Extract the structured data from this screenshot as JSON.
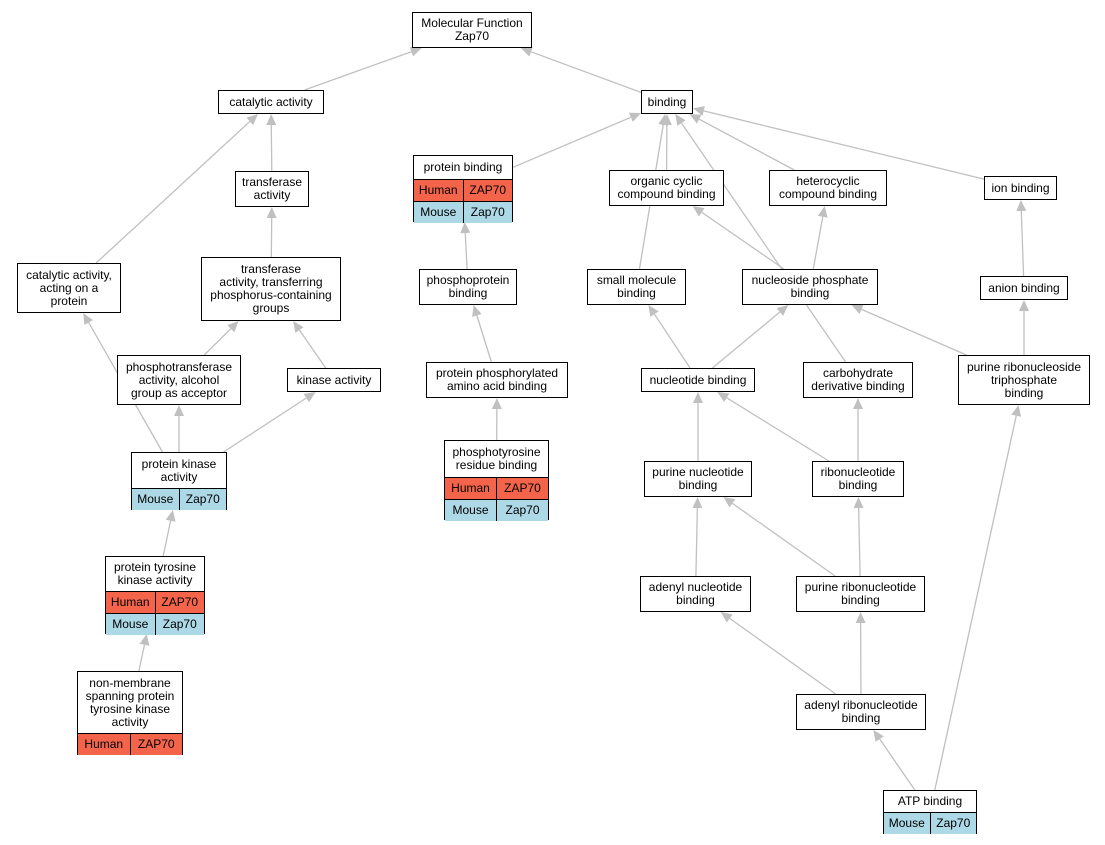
{
  "colors": {
    "edge": "#c0c0c0",
    "human": "#f4644b",
    "mouse": "#add8e6"
  },
  "nodes": [
    {
      "id": "mf",
      "label": "Molecular Function\nZap70"
    },
    {
      "id": "catalytic",
      "label": "catalytic activity"
    },
    {
      "id": "binding",
      "label": "binding"
    },
    {
      "id": "transferase",
      "label": "transferase\nactivity"
    },
    {
      "id": "catprot",
      "label": "catalytic activity,\nacting on a\nprotein"
    },
    {
      "id": "tphos",
      "label": "transferase\nactivity, transferring\nphosphorus-containing\ngroups"
    },
    {
      "id": "alcohol",
      "label": "phosphotransferase\nactivity, alcohol\ngroup as acceptor"
    },
    {
      "id": "kinase",
      "label": "kinase activity"
    },
    {
      "id": "pka",
      "label": "protein kinase\nactivity",
      "rows": [
        [
          "Mouse",
          "Zap70"
        ]
      ]
    },
    {
      "id": "ptk",
      "label": "protein tyrosine\nkinase activity",
      "rows": [
        [
          "Human",
          "ZAP70"
        ],
        [
          "Mouse",
          "Zap70"
        ]
      ]
    },
    {
      "id": "nmptk",
      "label": "non-membrane\nspanning protein\ntyrosine kinase\nactivity",
      "rows": [
        [
          "Human",
          "ZAP70"
        ]
      ]
    },
    {
      "id": "protbind",
      "label": "protein binding",
      "rows": [
        [
          "Human",
          "ZAP70"
        ],
        [
          "Mouse",
          "Zap70"
        ]
      ]
    },
    {
      "id": "phosprot",
      "label": "phosphoprotein\nbinding"
    },
    {
      "id": "ppaab",
      "label": "protein phosphorylated\namino acid binding"
    },
    {
      "id": "ptyr",
      "label": "phosphotyrosine\nresidue binding",
      "rows": [
        [
          "Human",
          "ZAP70"
        ],
        [
          "Mouse",
          "Zap70"
        ]
      ]
    },
    {
      "id": "orgcyc",
      "label": "organic cyclic\ncompound binding"
    },
    {
      "id": "hetcyc",
      "label": "heterocyclic\ncompound binding"
    },
    {
      "id": "ionb",
      "label": "ion binding"
    },
    {
      "id": "smallmol",
      "label": "small molecule\nbinding"
    },
    {
      "id": "nucphos",
      "label": "nucleoside phosphate\nbinding"
    },
    {
      "id": "anion",
      "label": "anion binding"
    },
    {
      "id": "nucb",
      "label": "nucleotide binding"
    },
    {
      "id": "carbo",
      "label": "carbohydrate\nderivative binding"
    },
    {
      "id": "prntp",
      "label": "purine ribonucleoside\ntriphosphate\nbinding"
    },
    {
      "id": "purnuc",
      "label": "purine nucleotide\nbinding"
    },
    {
      "id": "ribonuc",
      "label": "ribonucleotide\nbinding"
    },
    {
      "id": "adenyl",
      "label": "adenyl nucleotide\nbinding"
    },
    {
      "id": "purribo",
      "label": "purine ribonucleotide\nbinding"
    },
    {
      "id": "adenribo",
      "label": "adenyl ribonucleotide\nbinding"
    },
    {
      "id": "atp",
      "label": "ATP binding",
      "rows": [
        [
          "Mouse",
          "Zap70"
        ]
      ]
    }
  ],
  "edges": [
    [
      "catalytic",
      "mf"
    ],
    [
      "binding",
      "mf"
    ],
    [
      "transferase",
      "catalytic"
    ],
    [
      "catprot",
      "catalytic"
    ],
    [
      "tphos",
      "transferase"
    ],
    [
      "alcohol",
      "tphos"
    ],
    [
      "kinase",
      "tphos"
    ],
    [
      "pka",
      "alcohol"
    ],
    [
      "pka",
      "kinase"
    ],
    [
      "pka",
      "catprot"
    ],
    [
      "ptk",
      "pka"
    ],
    [
      "nmptk",
      "ptk"
    ],
    [
      "protbind",
      "binding"
    ],
    [
      "phosprot",
      "protbind"
    ],
    [
      "ppaab",
      "phosprot"
    ],
    [
      "ptyr",
      "ppaab"
    ],
    [
      "orgcyc",
      "binding"
    ],
    [
      "hetcyc",
      "binding"
    ],
    [
      "ionb",
      "binding"
    ],
    [
      "smallmol",
      "binding"
    ],
    [
      "carbo",
      "binding"
    ],
    [
      "nucphos",
      "orgcyc"
    ],
    [
      "nucphos",
      "hetcyc"
    ],
    [
      "anion",
      "ionb"
    ],
    [
      "prntp",
      "anion"
    ],
    [
      "nucb",
      "smallmol"
    ],
    [
      "nucb",
      "nucphos"
    ],
    [
      "prntp",
      "nucphos"
    ],
    [
      "purnuc",
      "nucb"
    ],
    [
      "ribonuc",
      "nucb"
    ],
    [
      "ribonuc",
      "carbo"
    ],
    [
      "adenyl",
      "purnuc"
    ],
    [
      "purribo",
      "purnuc"
    ],
    [
      "purribo",
      "ribonuc"
    ],
    [
      "adenribo",
      "adenyl"
    ],
    [
      "adenribo",
      "purribo"
    ],
    [
      "atp",
      "adenribo"
    ],
    [
      "atp",
      "prntp"
    ]
  ]
}
